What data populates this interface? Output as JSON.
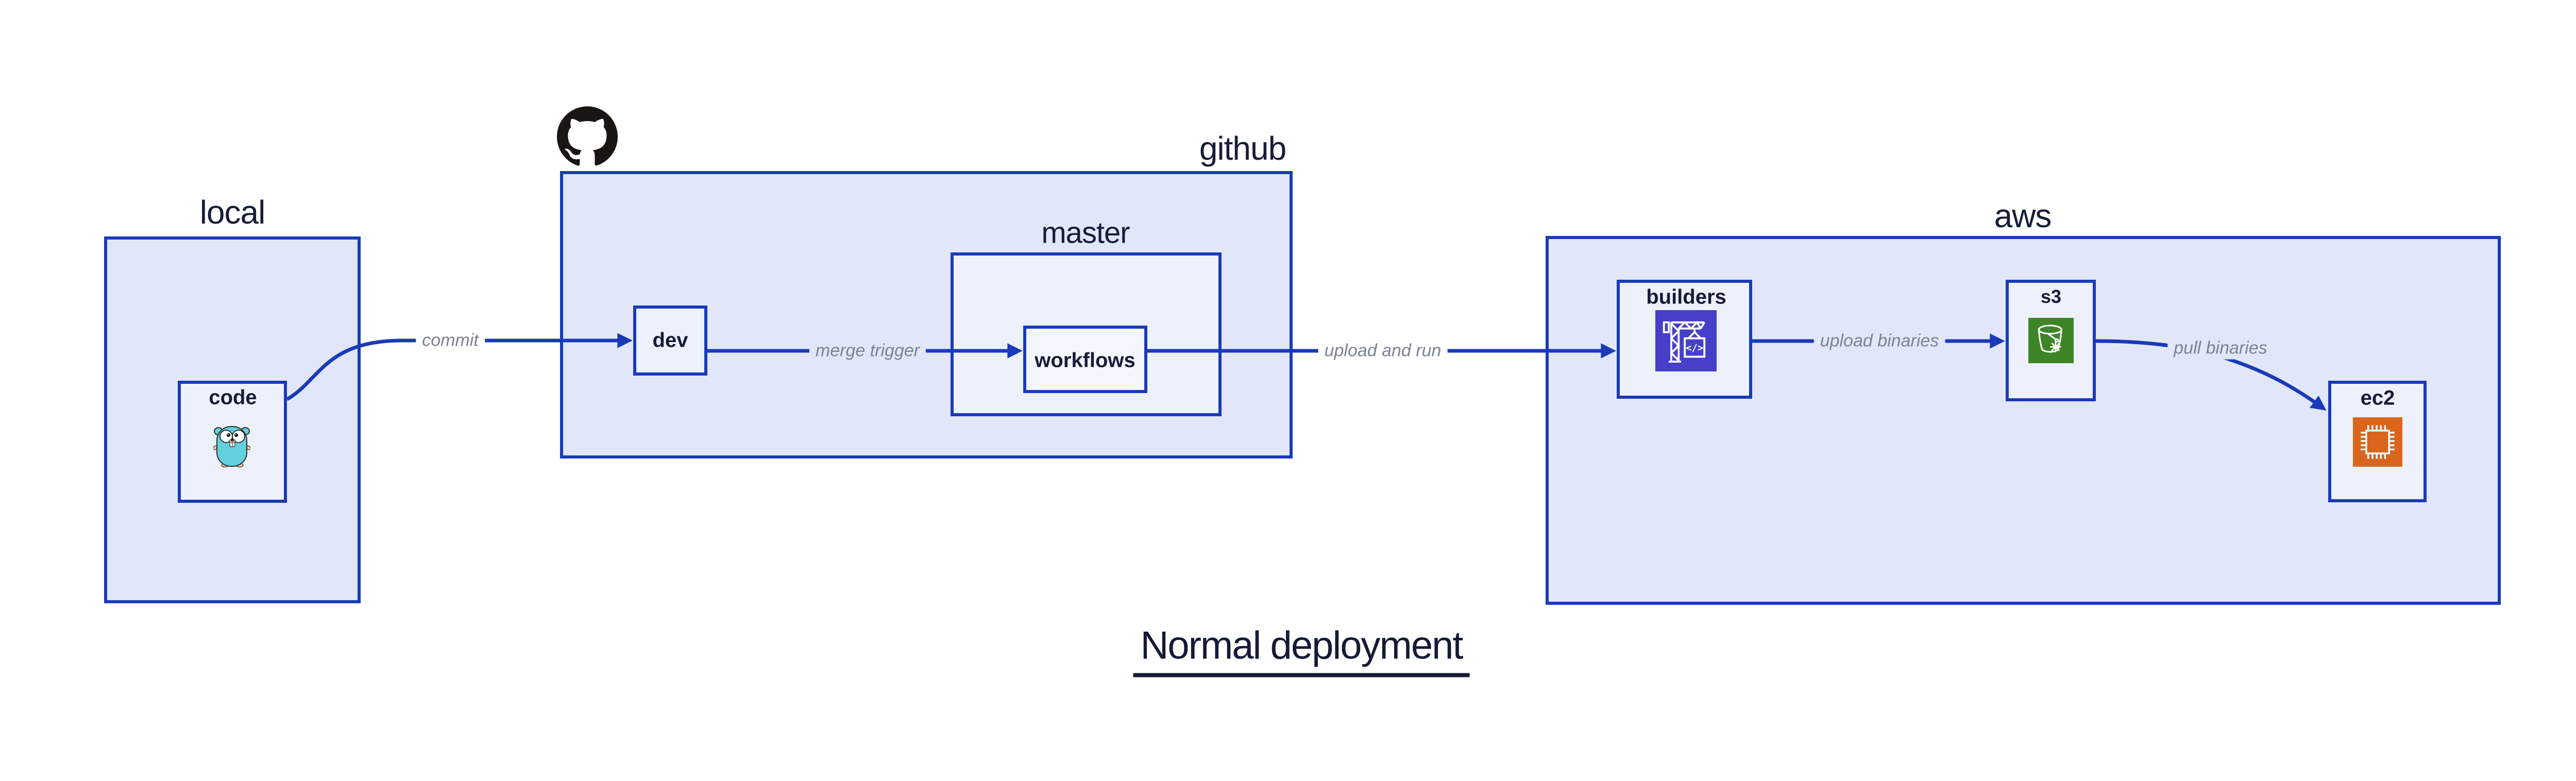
{
  "diagram": {
    "title": "Normal deployment",
    "containers": [
      {
        "id": "local",
        "label": "local"
      },
      {
        "id": "github",
        "label": "github",
        "logo": "github-octocat"
      },
      {
        "id": "master",
        "label": "master",
        "parent": "github"
      },
      {
        "id": "aws",
        "label": "aws"
      }
    ],
    "nodes": [
      {
        "id": "code",
        "label": "code",
        "parent": "local",
        "icon": "go-gopher"
      },
      {
        "id": "dev",
        "label": "dev",
        "parent": "github"
      },
      {
        "id": "workflows",
        "label": "workflows",
        "parent": "master"
      },
      {
        "id": "builders",
        "label": "builders",
        "parent": "aws",
        "icon": "aws-codebuild"
      },
      {
        "id": "s3",
        "label": "s3",
        "parent": "aws",
        "icon": "aws-s3-bucket"
      },
      {
        "id": "ec2",
        "label": "ec2",
        "parent": "aws",
        "icon": "aws-ec2-chip"
      }
    ],
    "edges": [
      {
        "from": "code",
        "to": "dev",
        "label": "commit"
      },
      {
        "from": "dev",
        "to": "workflows",
        "label": "merge trigger"
      },
      {
        "from": "workflows",
        "to": "builders",
        "label": "upload and run"
      },
      {
        "from": "builders",
        "to": "s3",
        "label": "upload binaries"
      },
      {
        "from": "s3",
        "to": "ec2",
        "label": "pull binaries"
      }
    ],
    "icons": {
      "codebuild_glyph": "</>"
    },
    "colors": {
      "stroke_blue": "#1a3ab9",
      "container_fill": "#e1e7f8",
      "node_fill": "#edf1fb",
      "inner_fill": "#f4f6fd",
      "label_navy": "#161c38",
      "edge_label_gray": "#7b8392",
      "codebuild_purple": "#4640c9",
      "s3_green": "#3e8527",
      "ec2_orange": "#d9661c",
      "github_black": "#1a1614",
      "gopher_teal": "#63d1dd"
    }
  }
}
